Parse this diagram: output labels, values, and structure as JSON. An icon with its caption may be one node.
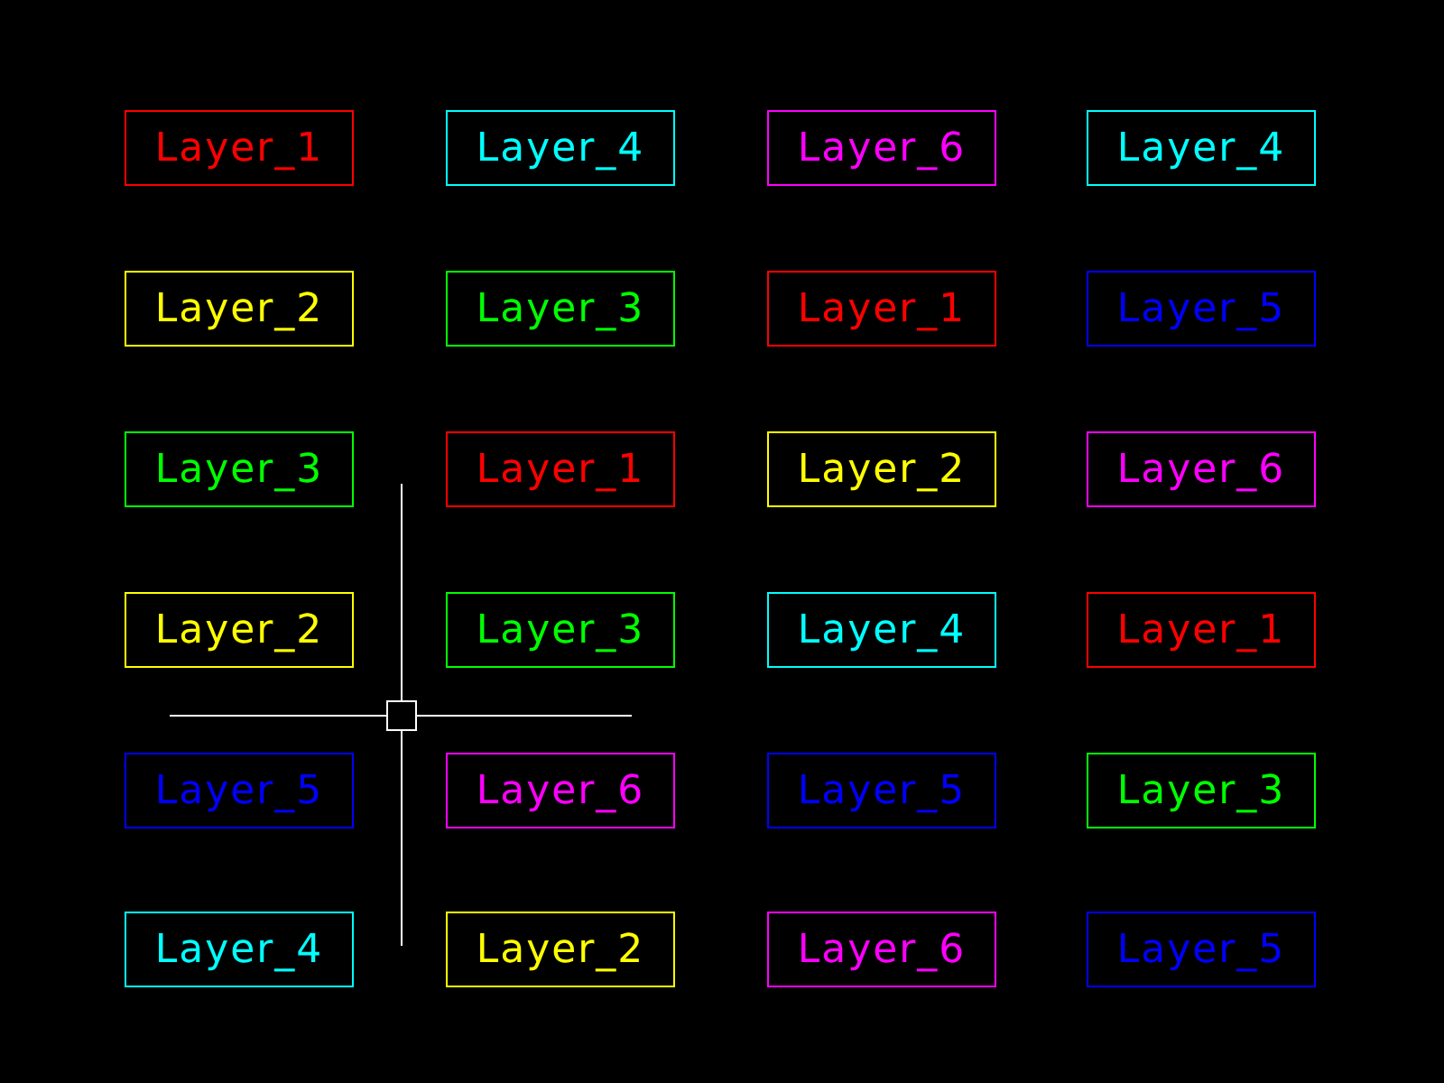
{
  "diagram": {
    "nodes": [
      {
        "text": [
          "Layer_1"
        ]
      },
      {
        "text": [
          "Layer_4"
        ]
      },
      {
        "text": [
          "Layer_6"
        ]
      },
      {
        "text": [
          "Layer_4"
        ]
      },
      {
        "text": [
          "Layer_2"
        ]
      },
      {
        "text": [
          "Layer_3"
        ]
      },
      {
        "text": [
          "Layer_1"
        ]
      },
      {
        "text": [
          "Layer_5"
        ]
      },
      {
        "text": [
          "Layer_3"
        ]
      },
      {
        "text": [
          "Layer_1"
        ]
      },
      {
        "text": [
          "Layer_2"
        ]
      },
      {
        "text": [
          "Layer_6"
        ]
      },
      {
        "text": [
          "Layer_2"
        ]
      },
      {
        "text": [
          "Layer_3"
        ]
      },
      {
        "text": [
          "Layer_4"
        ]
      },
      {
        "text": [
          "Layer_1"
        ]
      },
      {
        "text": [
          "Layer_5"
        ]
      },
      {
        "text": [
          "Layer_6"
        ]
      },
      {
        "text": [
          "Layer_5"
        ]
      },
      {
        "text": [
          "Layer_3"
        ]
      },
      {
        "text": [
          "Layer_4"
        ]
      },
      {
        "text": [
          "Layer_2"
        ]
      },
      {
        "text": [
          "Layer_6"
        ]
      },
      {
        "text": [
          "Layer_5"
        ]
      }
    ]
  }
}
